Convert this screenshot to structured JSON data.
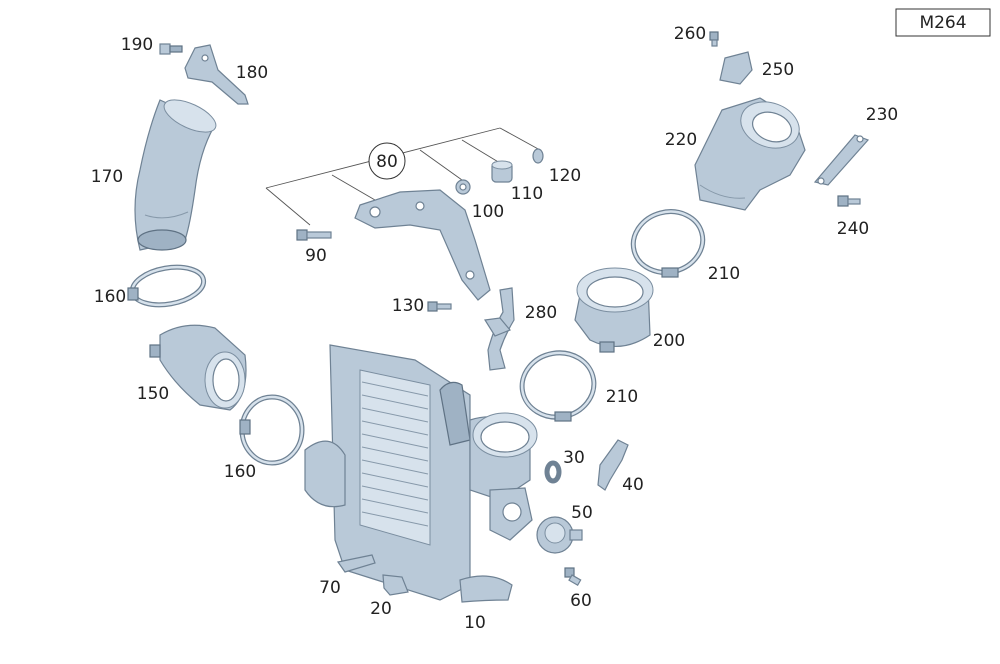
{
  "model_code": "M264",
  "callouts": {
    "c10": "10",
    "c20": "20",
    "c30": "30",
    "c40": "40",
    "c50": "50",
    "c60": "60",
    "c70": "70",
    "c80": "80",
    "c90": "90",
    "c100": "100",
    "c110": "110",
    "c120": "120",
    "c130": "130",
    "c150": "150",
    "c160a": "160",
    "c160b": "160",
    "c170": "170",
    "c180": "180",
    "c190": "190",
    "c200": "200",
    "c210a": "210",
    "c210b": "210",
    "c220": "220",
    "c230": "230",
    "c240": "240",
    "c250": "250",
    "c260": "260",
    "c280": "280"
  },
  "colors": {
    "part_fill": "#b9c9d8",
    "part_stroke": "#6f8294"
  }
}
